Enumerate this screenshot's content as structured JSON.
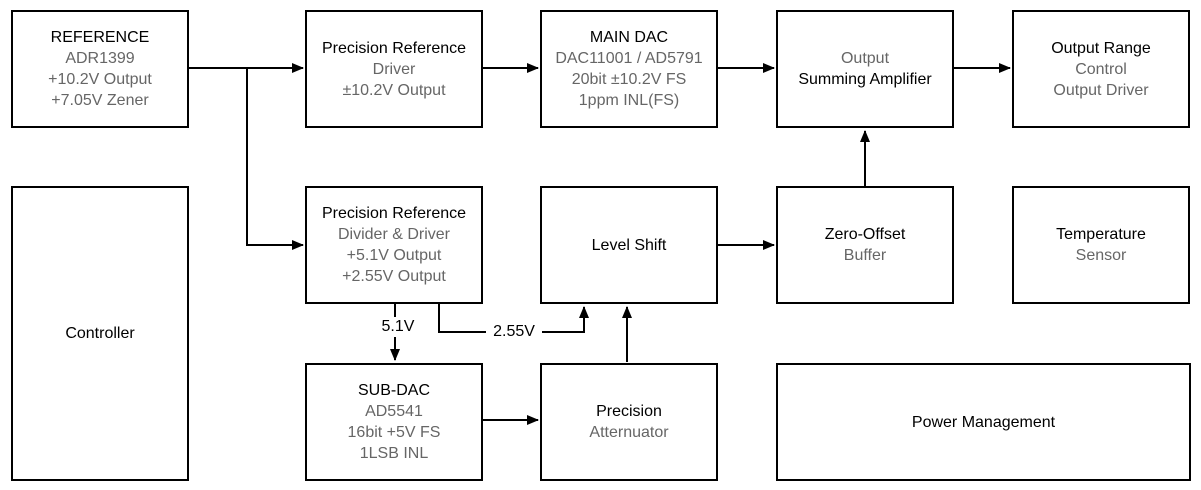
{
  "diagram": {
    "type": "block-diagram",
    "colors": {
      "background": "#ffffff",
      "box_border": "#000000",
      "text_primary": "#000000",
      "text_secondary": "#666666"
    },
    "blocks": {
      "reference": {
        "lines": [
          "REFERENCE",
          "ADR1399",
          "+10.2V Output",
          "+7.05V Zener"
        ]
      },
      "precision_reference_driver": {
        "lines": [
          "Precision Reference",
          "Driver",
          "±10.2V Output"
        ]
      },
      "main_dac": {
        "lines": [
          "MAIN DAC",
          "DAC11001 / AD5791",
          "20bit ±10.2V FS",
          "1ppm INL(FS)"
        ]
      },
      "output_summing_amplifier": {
        "lines": [
          "Output",
          "Summing Amplifier"
        ]
      },
      "output_range": {
        "lines": [
          "Output Range",
          "Control",
          "Output Driver"
        ]
      },
      "controller": {
        "lines": [
          "Controller"
        ]
      },
      "precision_reference_divider": {
        "lines": [
          "Precision Reference",
          "Divider & Driver",
          "+5.1V Output",
          "+2.55V Output"
        ]
      },
      "level_shift": {
        "lines": [
          "Level Shift"
        ]
      },
      "zero_offset_buffer": {
        "lines": [
          "Zero-Offset",
          "Buffer"
        ]
      },
      "temperature_sensor": {
        "lines": [
          "Temperature",
          "Sensor"
        ]
      },
      "sub_dac": {
        "lines": [
          "SUB-DAC",
          "AD5541",
          "16bit +5V FS",
          "1LSB INL"
        ]
      },
      "precision_attenuator": {
        "lines": [
          "Precision",
          "Atternuator"
        ]
      },
      "power_management": {
        "lines": [
          "Power Management"
        ]
      }
    },
    "edge_labels": {
      "sub_dac_input": "5.1V",
      "level_shift_input": "2.55V"
    }
  }
}
